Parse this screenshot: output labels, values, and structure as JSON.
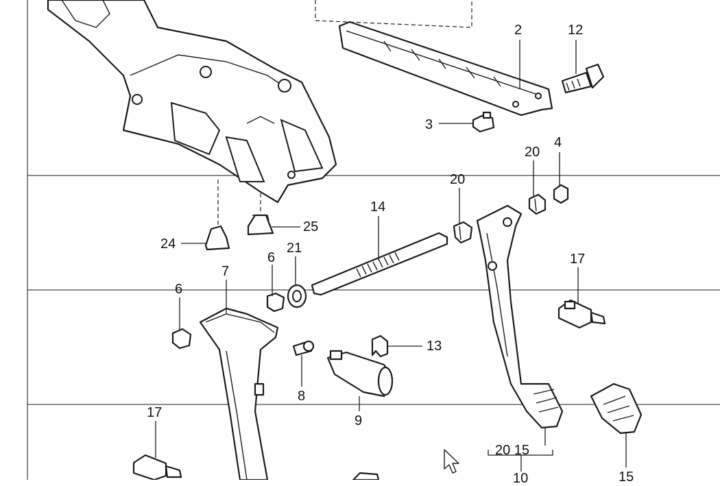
{
  "diagram": {
    "callouts": [
      {
        "id": "c2",
        "text": "2"
      },
      {
        "id": "c12",
        "text": "12"
      },
      {
        "id": "c3",
        "text": "3"
      },
      {
        "id": "c20a",
        "text": "20"
      },
      {
        "id": "c4",
        "text": "4"
      },
      {
        "id": "c20b",
        "text": "20"
      },
      {
        "id": "c14",
        "text": "14"
      },
      {
        "id": "c25",
        "text": "25"
      },
      {
        "id": "c24",
        "text": "24"
      },
      {
        "id": "c6a",
        "text": "6"
      },
      {
        "id": "c21",
        "text": "21"
      },
      {
        "id": "c7",
        "text": "7"
      },
      {
        "id": "c17a",
        "text": "17"
      },
      {
        "id": "c6b",
        "text": "6"
      },
      {
        "id": "c13",
        "text": "13"
      },
      {
        "id": "c8",
        "text": "8"
      },
      {
        "id": "c9",
        "text": "9"
      },
      {
        "id": "c17b",
        "text": "17"
      },
      {
        "id": "c2015",
        "text": "20 15"
      },
      {
        "id": "c10",
        "text": "10"
      },
      {
        "id": "c15",
        "text": "15"
      }
    ]
  }
}
